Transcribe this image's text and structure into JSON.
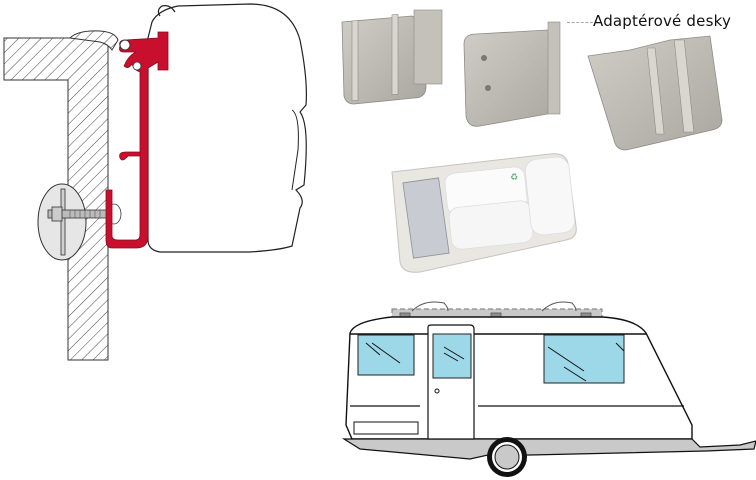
{
  "labels": {
    "adapter_plates": "Adaptérové desky"
  },
  "colors": {
    "bracket_red": "#c8102e",
    "hatch_stroke": "#333333",
    "window_blue": "#9dd8e8",
    "caravan_gray": "#c9c9c9",
    "plate_aluminium": "#bdbbb4",
    "marker_gray": "#8f8f8f"
  },
  "panels": {
    "cross_section": {
      "description": "Awning mounting cross-section with red adapter bracket on hatched wall"
    },
    "adapter_plates_photo": {
      "description": "Three aluminium adapter plates"
    },
    "hardware_bag": {
      "description": "Plastic bag with white spacer blocks and metal brackets"
    },
    "caravan_side_view": {
      "description": "Caravan side view with dashed awning rail and three adapter plate markers"
    }
  }
}
